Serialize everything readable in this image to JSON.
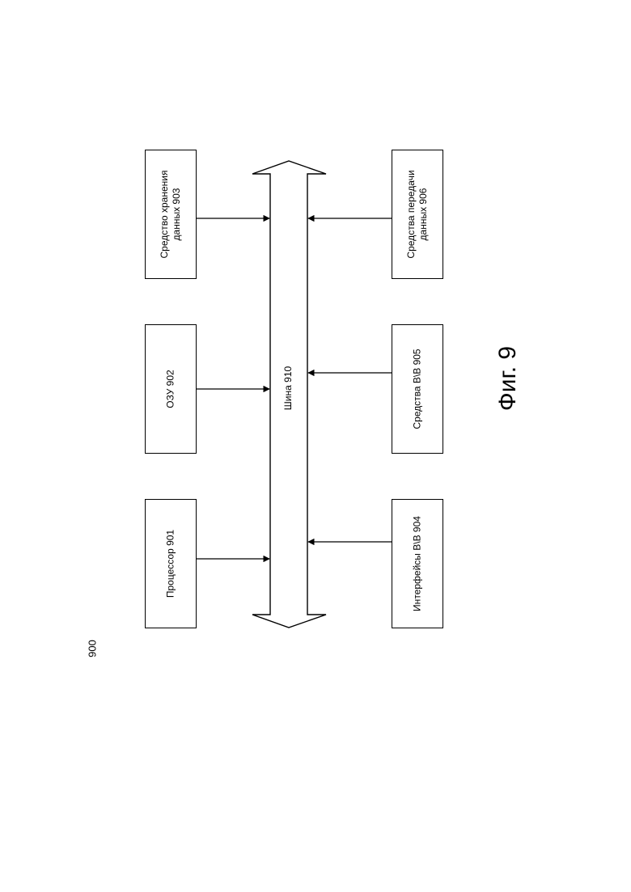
{
  "figure": {
    "reference_number": "900",
    "caption": "Фиг. 9"
  },
  "bus": {
    "label": "Шина 910"
  },
  "blocks": {
    "processor": {
      "label": "Процессор 901"
    },
    "ram": {
      "label": "ОЗУ 902"
    },
    "storage": {
      "line1": "Средство хранения",
      "line2": "данных 903"
    },
    "io_interfaces": {
      "label": "Интерфейсы В\\В 904"
    },
    "io_devices": {
      "label": "Средства В\\В 905"
    },
    "network": {
      "line1": "Средства передачи",
      "line2": "данных 906"
    }
  }
}
